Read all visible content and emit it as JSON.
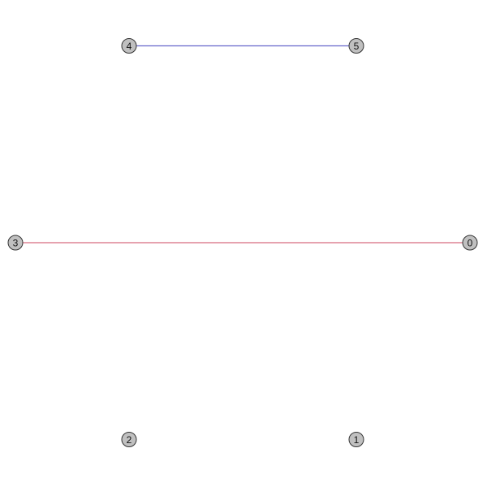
{
  "graph": {
    "nodes": [
      {
        "id": "0",
        "label": "0"
      },
      {
        "id": "1",
        "label": "1"
      },
      {
        "id": "2",
        "label": "2"
      },
      {
        "id": "3",
        "label": "3"
      },
      {
        "id": "4",
        "label": "4"
      },
      {
        "id": "5",
        "label": "5"
      }
    ],
    "edges": [
      {
        "source": "4",
        "target": "5",
        "color": "#6666cc"
      },
      {
        "source": "3",
        "target": "0",
        "color": "#d66b7f"
      }
    ],
    "node_color": "#c0c0c0"
  }
}
